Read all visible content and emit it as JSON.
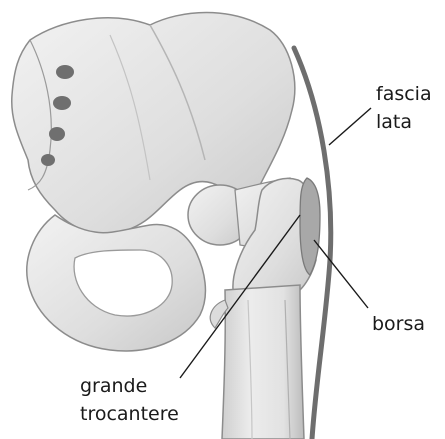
{
  "labels": {
    "fascia_lata_line1": "fascia",
    "fascia_lata_line2": "lata",
    "borsa": "borsa",
    "grande_trocantere_line1": "grande",
    "grande_trocantere_line2": "trocantere"
  },
  "colors": {
    "bone_fill": "#e6e6e6",
    "bone_shade": "#bdbdbd",
    "bone_outline": "#8c8c8c",
    "fascia": "#6e6e6e",
    "bursa": "#a8a8a8",
    "text": "#1a1a1a",
    "leader_line": "#1a1a1a"
  }
}
